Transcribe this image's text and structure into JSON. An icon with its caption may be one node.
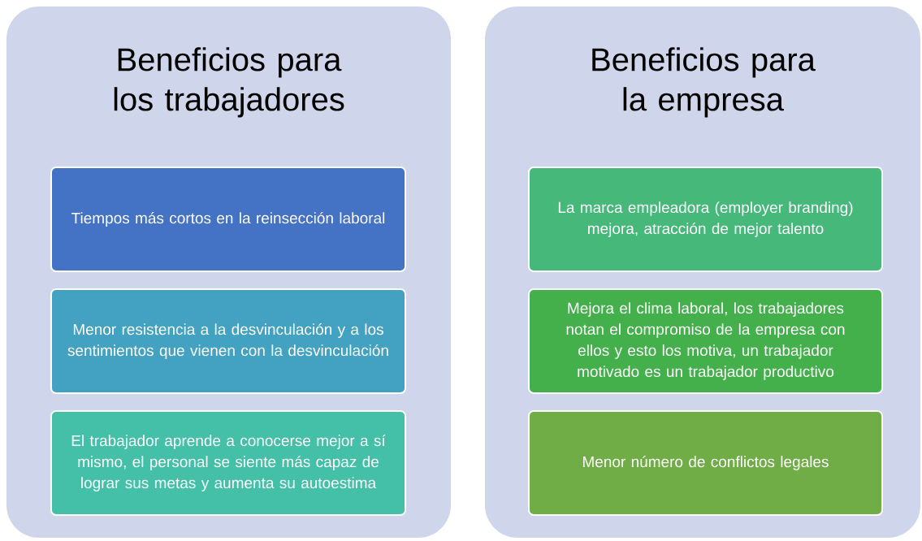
{
  "diagram": {
    "nodes": [
      {
        "text": [
          "Beneficios para los trabajadores"
        ]
      },
      {
        "text": [
          "Tiempos más cortos en la reinsección laboral"
        ],
        "in": 0
      },
      {
        "text": [
          "Menor resistencia a la desvinculación y a los sentimientos que vienen con la desvinculación"
        ],
        "in": 0
      },
      {
        "text": [
          "El trabajador aprende a conocerse mejor a sí mismo, el personal se siente más capaz de lograr sus metas y aumenta su autoestima"
        ],
        "in": 0
      },
      {
        "text": [
          "Beneficios para la empresa"
        ]
      },
      {
        "text": [
          "La marca empleadora (employer branding) mejora, atracción de mejor talento"
        ],
        "in": 4
      },
      {
        "text": [
          "Mejora el clima laboral, los trabajadores notan el compromiso de la empresa con ellos y esto los motiva, un trabajador motivado es un trabajador productivo"
        ],
        "in": 4
      },
      {
        "text": [
          "Menor número de conflictos legales"
        ],
        "in": 4
      }
    ]
  }
}
